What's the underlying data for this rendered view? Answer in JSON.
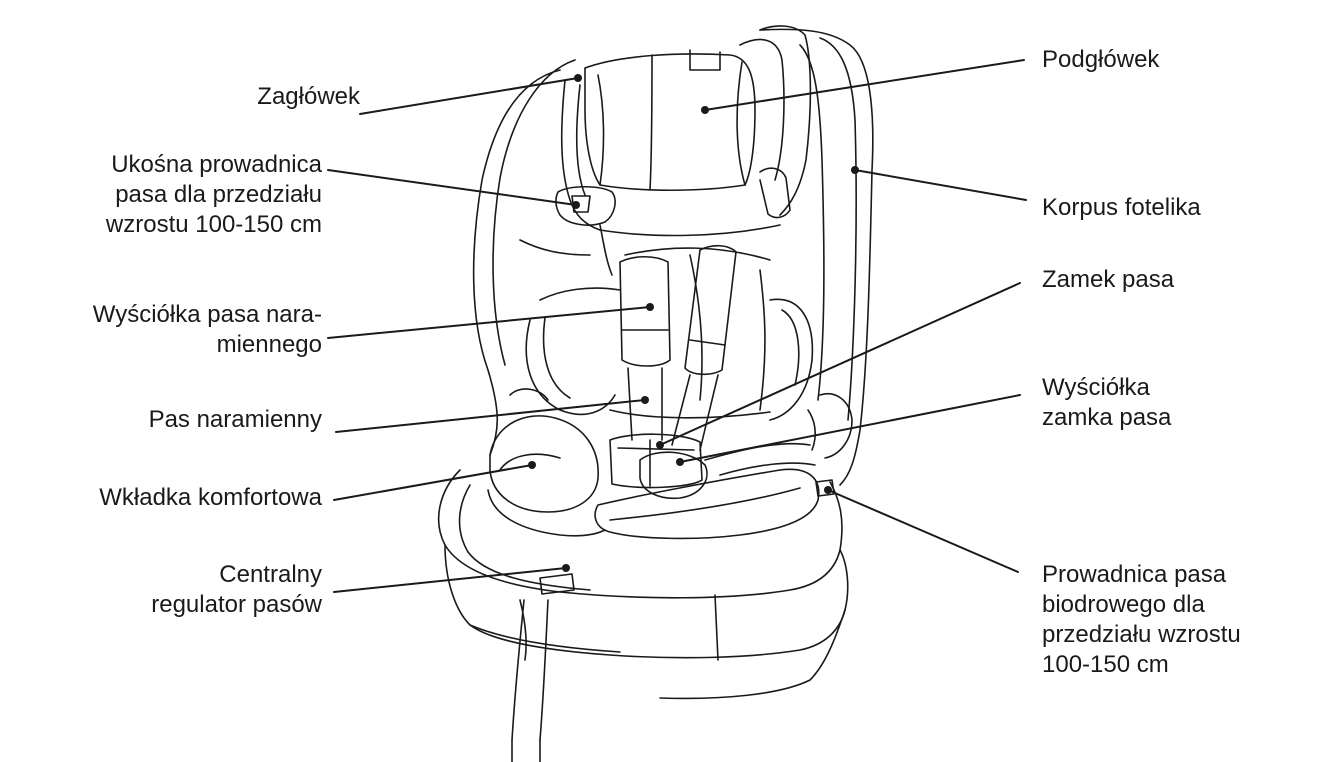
{
  "diagram": {
    "labels": {
      "headrest_outer": [
        "Zagłówek"
      ],
      "diagonal_guide": [
        "Ukośna prowadnica",
        "pasa dla przedziału",
        "wzrostu 100-150 cm"
      ],
      "shoulder_pad": [
        "Wyściółka pasa nara-",
        "miennego"
      ],
      "shoulder_belt": [
        "Pas naramienny"
      ],
      "comfort_insert": [
        "Wkładka komfortowa"
      ],
      "central_adjuster": [
        "Centralny",
        "regulator pasów"
      ],
      "headrest_inner": [
        "Podgłówek"
      ],
      "seat_body": [
        "Korpus fotelika"
      ],
      "buckle": [
        "Zamek pasa"
      ],
      "buckle_pad": [
        "Wyściółka",
        "zamka pasa"
      ],
      "lap_guide": [
        "Prowadnica pasa",
        "biodrowego dla",
        "przedziału wzrostu",
        "100-150 cm"
      ]
    },
    "colors": {
      "ink": "#1a1a1a",
      "background": "#ffffff"
    }
  }
}
